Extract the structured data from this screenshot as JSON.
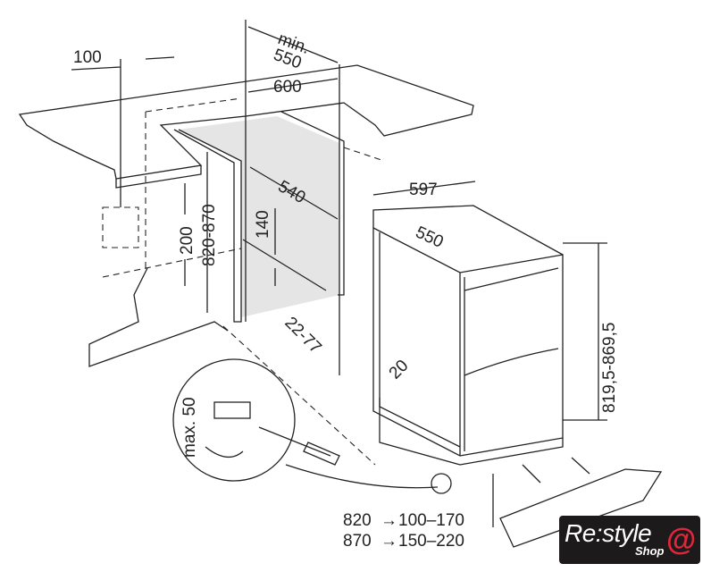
{
  "dimensions": {
    "niche_side_offset": "100",
    "min_depth": "min.",
    "min_depth_value": "550",
    "niche_depth": "600",
    "niche_inner_depth": "540",
    "appliance_width": "597",
    "appliance_depth": "550",
    "socket_height": "200",
    "niche_height": "820-870",
    "vent_height": "140",
    "plinth_depth": "22-77",
    "door_offset": "20",
    "appliance_height": "819,5-869,5",
    "foot_adjust": "max. 50"
  },
  "plinth_table": [
    {
      "height": "820",
      "arrow": "→",
      "plinth": "100–170"
    },
    {
      "height": "870",
      "arrow": "→",
      "plinth": "150–220"
    }
  ],
  "logo": {
    "brand": "Re:style",
    "sub": "Shop",
    "symbol": "@"
  }
}
